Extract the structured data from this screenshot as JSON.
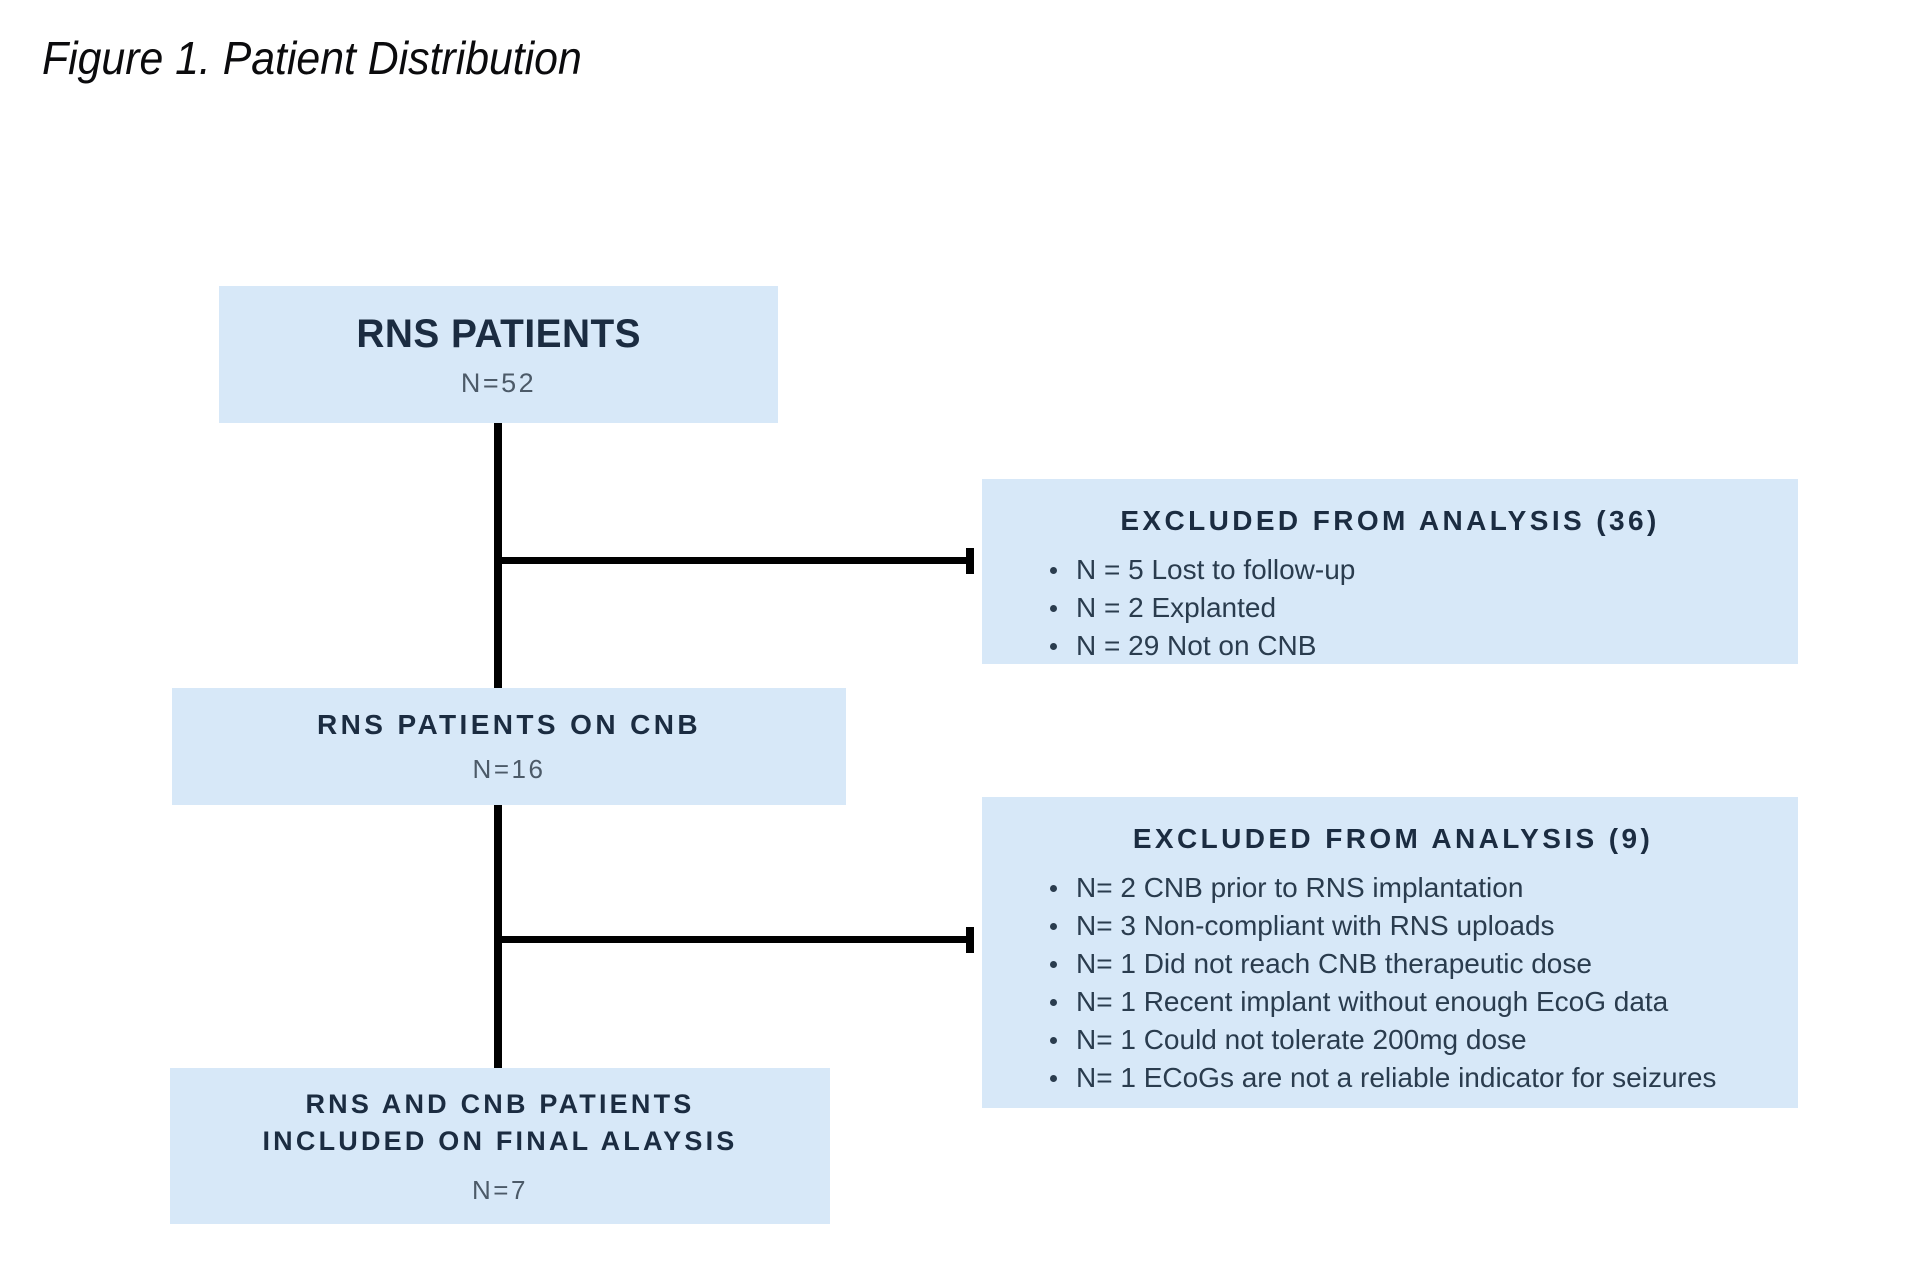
{
  "figure": {
    "title": "Figure 1. Patient Distribution"
  },
  "colors": {
    "box_fill": "#d7e8f8",
    "box_title_text": "#1b2c41",
    "box_count_text": "#4c5a68",
    "body_text": "#2a3c4e",
    "connector": "#000000",
    "page_background": "#ffffff"
  },
  "flow": {
    "nodes": [
      {
        "id": "rns-patients",
        "title": "RNS PATIENTS",
        "count": "N=52"
      },
      {
        "id": "rns-patients-on-cnb",
        "title": "RNS PATIENTS ON CNB",
        "count": "N=16"
      },
      {
        "id": "rns-and-cnb-final",
        "title_line_1": "RNS AND CNB PATIENTS",
        "title_line_2": "INCLUDED ON FINAL ALAYSIS",
        "count": "N=7"
      }
    ],
    "exclusions": [
      {
        "id": "excluded-36",
        "title": "EXCLUDED FROM ANALYSIS (36)",
        "total": 36,
        "items": [
          "N = 5 Lost to follow-up",
          "N = 2 Explanted",
          "N = 29 Not on CNB"
        ]
      },
      {
        "id": "excluded-9",
        "title": "EXCLUDED FROM ANALYSIS (9)",
        "total": 9,
        "items": [
          "N= 2 CNB prior to RNS implantation",
          "N= 3 Non-compliant with RNS uploads",
          "N= 1 Did not reach CNB therapeutic dose",
          "N= 1 Recent implant without enough EcoG data",
          "N= 1 Could not tolerate 200mg dose",
          "N= 1 ECoGs are not a reliable indicator for seizures"
        ]
      }
    ]
  }
}
